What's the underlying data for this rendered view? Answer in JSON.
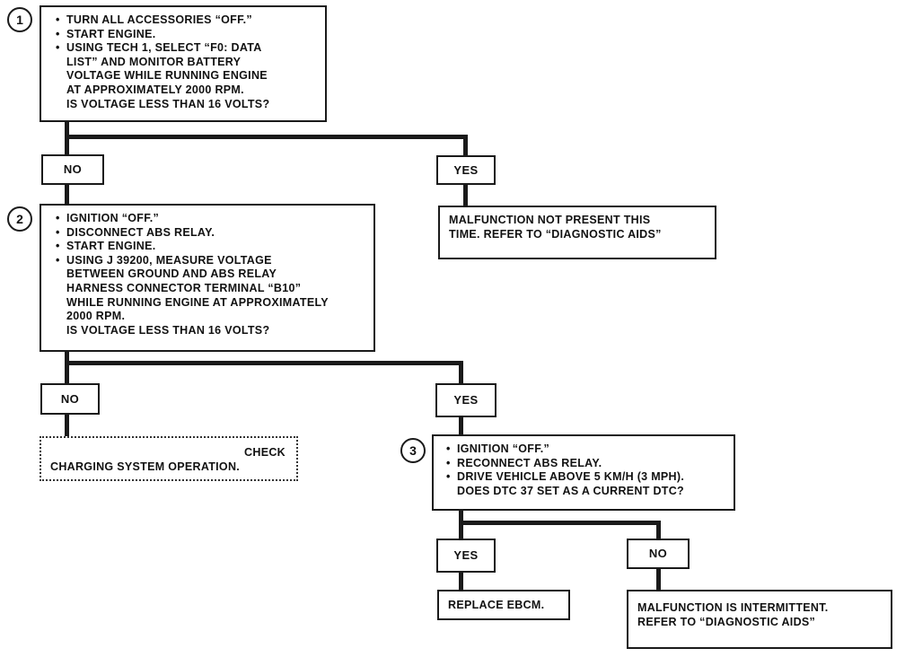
{
  "steps": [
    {
      "number": "1",
      "items": [
        "TURN ALL ACCESSORIES “OFF.”",
        "START ENGINE.",
        "USING TECH 1, SELECT “F0: DATA",
        "LIST” AND MONITOR BATTERY",
        "VOLTAGE WHILE RUNNING ENGINE",
        "AT APPROXIMATELY 2000 RPM."
      ],
      "question": "IS VOLTAGE LESS THAN 16 VOLTS?"
    },
    {
      "number": "2",
      "items": [
        "IGNITION “OFF.”",
        "DISCONNECT ABS RELAY.",
        "START ENGINE.",
        "USING J 39200, MEASURE VOLTAGE",
        "BETWEEN GROUND AND ABS RELAY",
        "HARNESS CONNECTOR TERMINAL “B10”",
        "WHILE RUNNING ENGINE AT APPROXIMATELY",
        "2000 RPM."
      ],
      "question": "IS VOLTAGE LESS THAN 16 VOLTS?"
    },
    {
      "number": "3",
      "items": [
        "IGNITION “OFF.”",
        "RECONNECT ABS RELAY.",
        "DRIVE VEHICLE ABOVE 5 km/h (3 mph)."
      ],
      "question": "DOES DTC 37 SET AS A CURRENT DTC?"
    }
  ],
  "labels": {
    "s1_no": "NO",
    "s1_yes": "YES",
    "s2_no": "NO",
    "s2_yes": "YES",
    "s3_yes": "YES",
    "s3_no": "NO"
  },
  "results": {
    "not_present_line1": "MALFUNCTION NOT PRESENT THIS",
    "not_present_line2": "TIME. REFER TO “DIAGNOSTIC AIDS”",
    "check_line1": "CHECK",
    "check_line2": "CHARGING SYSTEM OPERATION.",
    "replace": "REPLACE EBCM.",
    "intermittent_line1": "MALFUNCTION IS INTERMITTENT.",
    "intermittent_line2": "REFER TO “DIAGNOSTIC AIDS”"
  }
}
